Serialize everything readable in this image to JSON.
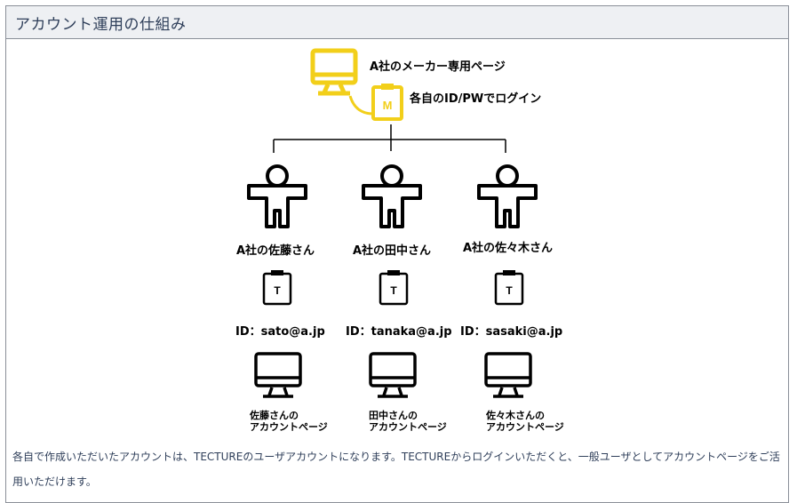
{
  "section": {
    "title": "アカウント運用の仕組み"
  },
  "maker_page": {
    "label": "A社のメーカー専用ページ",
    "login_label": "各自のID/PWでログイン",
    "badge": "M"
  },
  "users": [
    {
      "name": "A社の佐藤さん",
      "badge": "T",
      "id_text": "ID：sato@a.jp",
      "page_label": "佐藤さんの\nアカウントページ"
    },
    {
      "name": "A社の田中さん",
      "badge": "T",
      "id_text": "ID：tanaka@a.jp",
      "page_label": "田中さんの\nアカウントページ"
    },
    {
      "name": "A社の佐々木さん",
      "badge": "T",
      "id_text": "ID：sasaki@a.jp",
      "page_label": "佐々木さんの\nアカウントページ"
    }
  ],
  "caption": "各自で作成いただいたアカウントは、TECTUREのユーザアカウントになります。TECTUREからログインいただくと、一般ユーザとしてアカウントページをご活用いただけます。",
  "colors": {
    "accent": "#f2cf1a",
    "heading_text": "#2f3f5a",
    "header_bg": "#eef0f3",
    "border": "#8a8f98"
  }
}
